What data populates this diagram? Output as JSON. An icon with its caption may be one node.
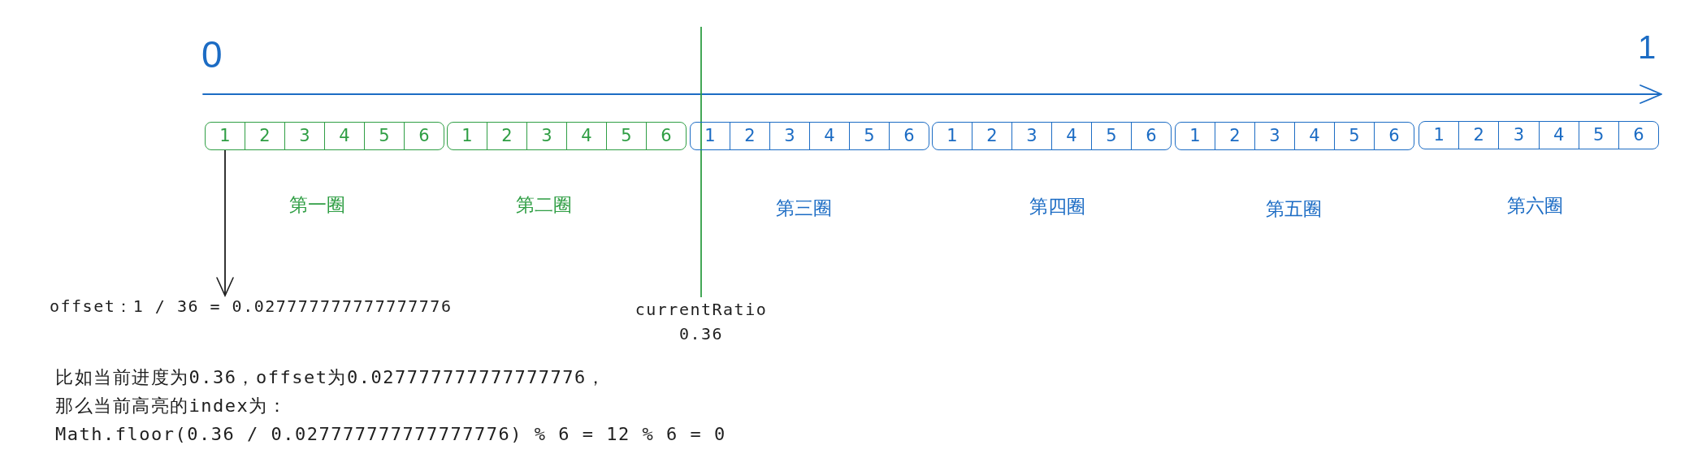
{
  "diagram": {
    "nodes": [
      {
        "text": [],
        "shape": "box",
        "beside": [
          "第一圈"
        ]
      },
      {
        "text": [
          "1"
        ],
        "in": 0
      },
      {
        "text": [
          "2"
        ],
        "in": 0
      },
      {
        "text": [
          "3"
        ],
        "in": 0
      },
      {
        "text": [
          "4"
        ],
        "in": 0
      },
      {
        "text": [
          "5"
        ],
        "in": 0
      },
      {
        "text": [
          "6"
        ],
        "in": 0
      },
      {
        "text": [],
        "shape": "box",
        "beside": [
          "第二圈"
        ]
      },
      {
        "text": [
          "1"
        ],
        "in": 7
      },
      {
        "text": [
          "2"
        ],
        "in": 7
      },
      {
        "text": [
          "3"
        ],
        "in": 7
      },
      {
        "text": [
          "4"
        ],
        "in": 7
      },
      {
        "text": [
          "5"
        ],
        "in": 7
      },
      {
        "text": [
          "6"
        ],
        "in": 7
      },
      {
        "text": [],
        "shape": "box",
        "beside": [
          "第三圈"
        ]
      },
      {
        "text": [
          "1"
        ],
        "in": 14
      },
      {
        "text": [
          "2"
        ],
        "in": 14
      },
      {
        "text": [
          "3"
        ],
        "in": 14
      },
      {
        "text": [
          "4"
        ],
        "in": 14
      },
      {
        "text": [
          "5"
        ],
        "in": 14
      },
      {
        "text": [
          "6"
        ],
        "in": 14
      },
      {
        "text": [],
        "shape": "box",
        "beside": [
          "第四圈"
        ]
      },
      {
        "text": [
          "1"
        ],
        "in": 21
      },
      {
        "text": [
          "2"
        ],
        "in": 21
      },
      {
        "text": [
          "3"
        ],
        "in": 21
      },
      {
        "text": [
          "4"
        ],
        "in": 21
      },
      {
        "text": [
          "5"
        ],
        "in": 21
      },
      {
        "text": [
          "6"
        ],
        "in": 21
      },
      {
        "text": [],
        "shape": "box",
        "beside": [
          "第五圈"
        ]
      },
      {
        "text": [
          "1"
        ],
        "in": 28
      },
      {
        "text": [
          "2"
        ],
        "in": 28
      },
      {
        "text": [
          "3"
        ],
        "in": 28
      },
      {
        "text": [
          "4"
        ],
        "in": 28
      },
      {
        "text": [
          "5"
        ],
        "in": 28
      },
      {
        "text": [
          "6"
        ],
        "in": 28
      },
      {
        "text": [],
        "shape": "box",
        "beside": [
          "第六圈"
        ]
      },
      {
        "text": [
          "1"
        ],
        "in": 35
      },
      {
        "text": [
          "2"
        ],
        "in": 35
      },
      {
        "text": [
          "3"
        ],
        "in": 35
      },
      {
        "text": [
          "4"
        ],
        "in": 35
      },
      {
        "text": [
          "5"
        ],
        "in": 35
      },
      {
        "text": [
          "6"
        ],
        "in": 35
      },
      {
        "text": [
          "offset：1 / 36 = 0.027777777777777776"
        ]
      },
      {
        "text": [
          "currentRatio",
          "0.36"
        ]
      }
    ],
    "edges": [
      {
        "from": 1,
        "to": 42,
        "arrow": "to"
      },
      {
        "from": 43,
        "to": null,
        "arrow": "none",
        "color": "#2f9e44"
      }
    ],
    "labels": [
      "0",
      "1",
      "比如当前进度为0.36，offset为0.027777777777777776，",
      "那么当前高亮的index为：",
      "Math.floor(0.36 / 0.027777777777777776) % 6 = 12 % 6 = 0"
    ]
  }
}
